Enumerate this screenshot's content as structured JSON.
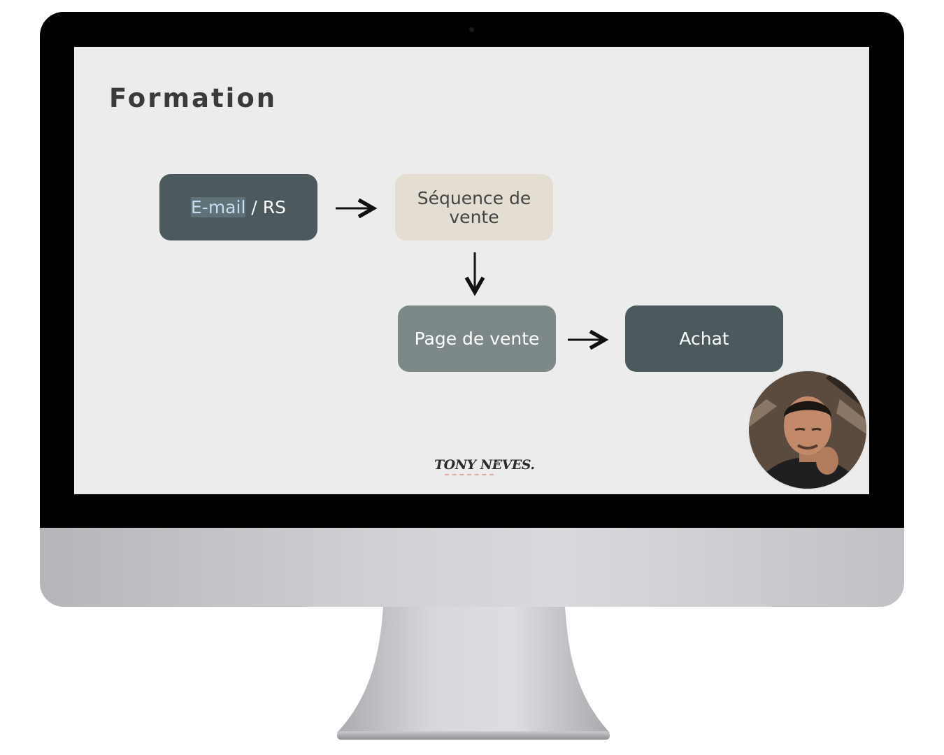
{
  "slide": {
    "title": "Formation"
  },
  "flow": {
    "source_highlight": "E-mail",
    "source_rest": " / RS",
    "sequence": "Séquence de vente",
    "sales_page": "Page de vente",
    "purchase": "Achat"
  },
  "brand": {
    "logo_text": "TONY NEVES."
  },
  "colors": {
    "dark_node": "#4c5a5e",
    "beige_node": "#e3ddd2",
    "grey_node": "#7d8888",
    "slide_background": "#ececec"
  }
}
